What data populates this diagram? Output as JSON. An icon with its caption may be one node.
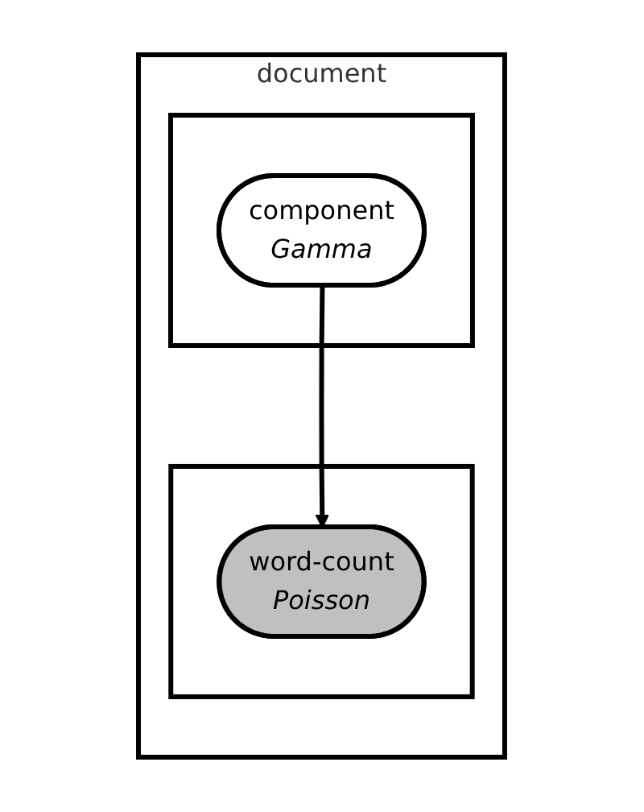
{
  "diagram": {
    "nodes": [
      {
        "text": [
          "document"
        ]
      },
      {
        "text": [],
        "shape": "box",
        "in": 0
      },
      {
        "text": [],
        "shape": "box",
        "in": 0
      },
      {
        "text": [
          "component",
          "Gamma"
        ],
        "in": 1
      },
      {
        "text": [
          "word-count",
          "Poisson"
        ],
        "in": 2
      }
    ],
    "edges": [
      {
        "from": 3,
        "to": 4,
        "arrow": "to"
      }
    ]
  }
}
